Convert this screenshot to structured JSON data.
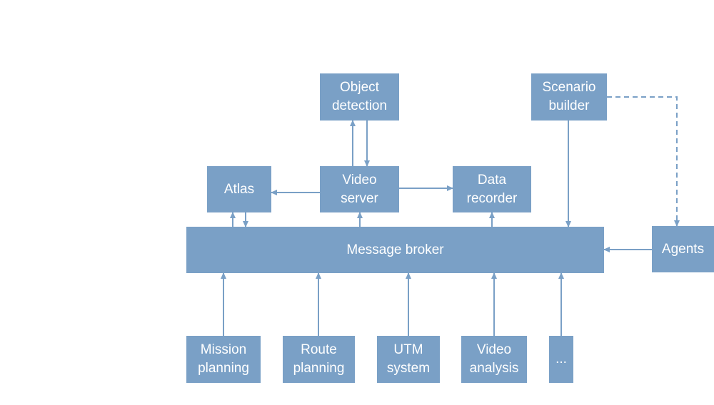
{
  "colors": {
    "box": "#7aa0c6",
    "text": "#ffffff",
    "line": "#7aa0c6"
  },
  "nodes": {
    "object_detection": "Object\ndetection",
    "scenario_builder": "Scenario\nbuilder",
    "atlas": "Atlas",
    "video_server": "Video\nserver",
    "data_recorder": "Data\nrecorder",
    "message_broker": "Message broker",
    "agents": "Agents",
    "mission_planning": "Mission\nplanning",
    "route_planning": "Route\nplanning",
    "utm_system": "UTM\nsystem",
    "video_analysis": "Video\nanalysis",
    "more": "..."
  },
  "connections": [
    {
      "from": "video_server",
      "to": "object_detection",
      "style": "solid"
    },
    {
      "from": "object_detection",
      "to": "video_server",
      "style": "solid"
    },
    {
      "from": "video_server",
      "to": "atlas",
      "style": "solid"
    },
    {
      "from": "video_server",
      "to": "data_recorder",
      "style": "solid"
    },
    {
      "from": "message_broker",
      "to": "atlas",
      "style": "solid"
    },
    {
      "from": "atlas",
      "to": "message_broker",
      "style": "solid"
    },
    {
      "from": "message_broker",
      "to": "video_server",
      "style": "solid"
    },
    {
      "from": "message_broker",
      "to": "data_recorder",
      "style": "solid"
    },
    {
      "from": "scenario_builder",
      "to": "message_broker",
      "style": "solid"
    },
    {
      "from": "scenario_builder",
      "to": "agents",
      "style": "dashed"
    },
    {
      "from": "agents",
      "to": "message_broker",
      "style": "solid"
    },
    {
      "from": "mission_planning",
      "to": "message_broker",
      "style": "solid"
    },
    {
      "from": "route_planning",
      "to": "message_broker",
      "style": "solid"
    },
    {
      "from": "utm_system",
      "to": "message_broker",
      "style": "solid"
    },
    {
      "from": "video_analysis",
      "to": "message_broker",
      "style": "solid"
    },
    {
      "from": "more",
      "to": "message_broker",
      "style": "solid"
    }
  ]
}
